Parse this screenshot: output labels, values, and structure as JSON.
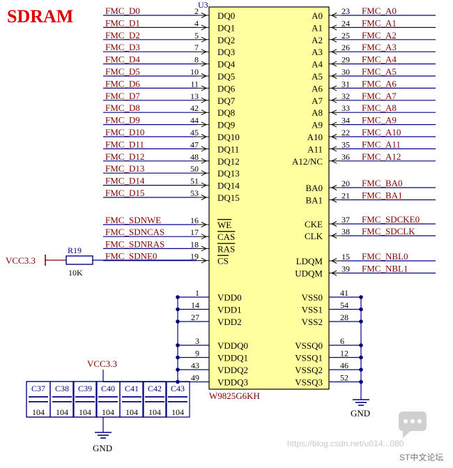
{
  "title": "SDRAM",
  "chip": {
    "ref": "U3",
    "part": "W9825G6KH"
  },
  "left_pins": [
    {
      "net": "FMC_D0",
      "num": "2",
      "name": "DQ0"
    },
    {
      "net": "FMC_D1",
      "num": "4",
      "name": "DQ1"
    },
    {
      "net": "FMC_D2",
      "num": "5",
      "name": "DQ2"
    },
    {
      "net": "FMC_D3",
      "num": "7",
      "name": "DQ3"
    },
    {
      "net": "FMC_D4",
      "num": "8",
      "name": "DQ4"
    },
    {
      "net": "FMC_D5",
      "num": "10",
      "name": "DQ5"
    },
    {
      "net": "FMC_D6",
      "num": "11",
      "name": "DQ6"
    },
    {
      "net": "FMC_D7",
      "num": "13",
      "name": "DQ7"
    },
    {
      "net": "FMC_D8",
      "num": "42",
      "name": "DQ8"
    },
    {
      "net": "FMC_D9",
      "num": "44",
      "name": "DQ9"
    },
    {
      "net": "FMC_D10",
      "num": "45",
      "name": "DQ10"
    },
    {
      "net": "FMC_D11",
      "num": "47",
      "name": "DQ11"
    },
    {
      "net": "FMC_D12",
      "num": "48",
      "name": "DQ12"
    },
    {
      "net": "FMC_D13",
      "num": "50",
      "name": "DQ13"
    },
    {
      "net": "FMC_D14",
      "num": "51",
      "name": "DQ14"
    },
    {
      "net": "FMC_D15",
      "num": "53",
      "name": "DQ15"
    },
    {
      "net": "FMC_SDNWE",
      "num": "16",
      "name": "WE",
      "bar": true
    },
    {
      "net": "FMC_SDNCAS",
      "num": "17",
      "name": "CAS",
      "bar": true
    },
    {
      "net": "FMC_SDNRAS",
      "num": "18",
      "name": "RAS",
      "bar": true
    },
    {
      "net": "FMC_SDNE0",
      "num": "19",
      "name": "CS",
      "bar": true
    }
  ],
  "right_pins": [
    {
      "net": "FMC_A0",
      "num": "23",
      "name": "A0"
    },
    {
      "net": "FMC_A1",
      "num": "24",
      "name": "A1"
    },
    {
      "net": "FMC_A2",
      "num": "25",
      "name": "A2"
    },
    {
      "net": "FMC_A3",
      "num": "26",
      "name": "A3"
    },
    {
      "net": "FMC_A4",
      "num": "29",
      "name": "A4"
    },
    {
      "net": "FMC_A5",
      "num": "30",
      "name": "A5"
    },
    {
      "net": "FMC_A6",
      "num": "31",
      "name": "A6"
    },
    {
      "net": "FMC_A7",
      "num": "32",
      "name": "A7"
    },
    {
      "net": "FMC_A8",
      "num": "33",
      "name": "A8"
    },
    {
      "net": "FMC_A9",
      "num": "34",
      "name": "A9"
    },
    {
      "net": "FMC_A10",
      "num": "22",
      "name": "A10"
    },
    {
      "net": "FMC_A11",
      "num": "35",
      "name": "A11"
    },
    {
      "net": "FMC_A12",
      "num": "36",
      "name": "A12/NC"
    },
    {
      "net": "FMC_BA0",
      "num": "20",
      "name": "BA0"
    },
    {
      "net": "FMC_BA1",
      "num": "21",
      "name": "BA1"
    },
    {
      "net": "FMC_SDCKE0",
      "num": "37",
      "name": "CKE"
    },
    {
      "net": "FMC_SDCLK",
      "num": "38",
      "name": "CLK"
    },
    {
      "net": "FMC_NBL0",
      "num": "15",
      "name": "LDQM"
    },
    {
      "net": "FMC_NBL1",
      "num": "39",
      "name": "UDQM"
    }
  ],
  "power_left": [
    {
      "num": "1",
      "name": "VDD0"
    },
    {
      "num": "14",
      "name": "VDD1"
    },
    {
      "num": "27",
      "name": "VDD2"
    },
    {
      "num": "3",
      "name": "VDDQ0"
    },
    {
      "num": "9",
      "name": "VDDQ1"
    },
    {
      "num": "43",
      "name": "VDDQ2"
    },
    {
      "num": "49",
      "name": "VDDQ3"
    }
  ],
  "power_right": [
    {
      "num": "41",
      "name": "VSS0"
    },
    {
      "num": "54",
      "name": "VSS1"
    },
    {
      "num": "28",
      "name": "VSS2"
    },
    {
      "num": "6",
      "name": "VSSQ0"
    },
    {
      "num": "12",
      "name": "VSSQ1"
    },
    {
      "num": "46",
      "name": "VSSQ2"
    },
    {
      "num": "52",
      "name": "VSSQ3"
    }
  ],
  "resistor": {
    "ref": "R19",
    "value": "10K",
    "supply": "VCC3.3"
  },
  "caps": {
    "supply": "VCC3.3",
    "refs": [
      "C37",
      "C38",
      "C39",
      "C40",
      "C41",
      "C42",
      "C43"
    ],
    "value": "104"
  },
  "gnd_label": "GND",
  "watermark": {
    "url": "https://blog.csdn.net/u014...080",
    "forum": "ST中文论坛"
  },
  "colors": {
    "wire": "#000080",
    "net": "#800000",
    "chip_fill": "#ffffa0",
    "title": "#e00000"
  }
}
